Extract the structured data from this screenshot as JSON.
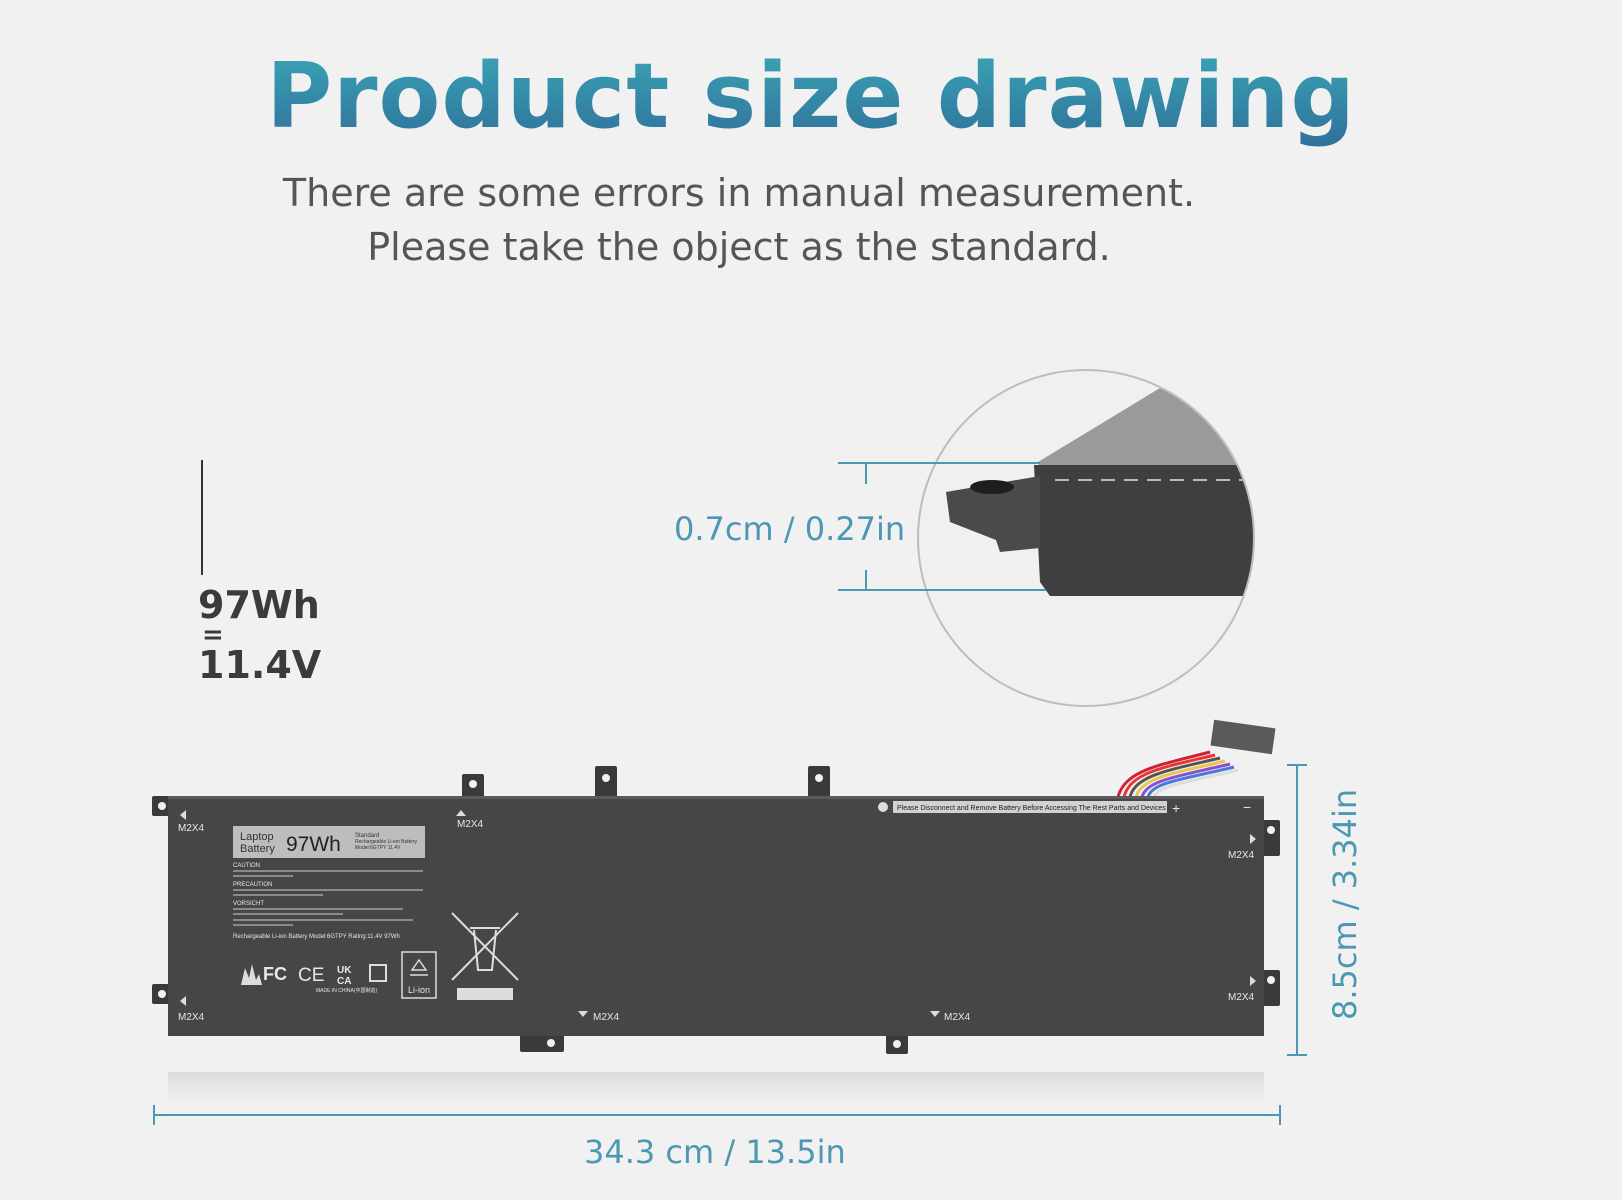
{
  "title": "Product size drawing",
  "subtitle": {
    "line1": "There are some errors in manual measurement.",
    "line2": "Please take the object as the standard."
  },
  "specs": {
    "capacity": "97Wh",
    "separator": "=",
    "voltage": "11.4V"
  },
  "dimensions": {
    "thickness": "0.7cm / 0.27in",
    "width": "34.3 cm / 13.5in",
    "height": "8.5cm / 3.34in"
  },
  "battery_label": {
    "screw": "M2X4",
    "laptop": "Laptop",
    "battery": "Battery",
    "wh": "97Wh",
    "standard": "Standard",
    "rechargeable": "Rechargeable Li-ion Battery",
    "model": "Model:6GTPY   11.4V",
    "caution": "CAUTION",
    "precaution": "PRECAUTION",
    "vorsicht": "VORSICHT",
    "rating_line": "Rechargeable Li-ion Battery     Model:6GTPY     Rating:11.4V 97Wh",
    "made_in": "MADE IN CHINA(中国制造)",
    "li_ion": "Li-ion",
    "fc": "FC",
    "ce": "CE",
    "ukca_top": "UK",
    "ukca_bottom": "CA",
    "warning": "Please Disconnect and Remove Battery Before Accessing The Rest Parts and Devices",
    "plus": "+",
    "minus": "−"
  },
  "icons": [
    "recycle-icon",
    "crossed-bin-icon",
    "fire-warning-icon",
    "info-icon"
  ],
  "colors": {
    "accent": "#4c98b3",
    "battery": "#464547",
    "background": "#f1f1f1"
  }
}
